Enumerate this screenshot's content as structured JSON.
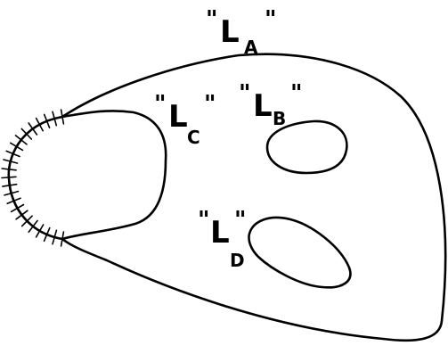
{
  "labels": {
    "a": {
      "open": "\"",
      "letter": "L",
      "sub": "A",
      "close": "\""
    },
    "b": {
      "open": "\"",
      "letter": "L",
      "sub": "B",
      "close": "\""
    },
    "c": {
      "open": "\"",
      "letter": "L",
      "sub": "C",
      "close": "\""
    },
    "d": {
      "open": "\"",
      "letter": "L",
      "sub": "D",
      "close": "\""
    }
  }
}
